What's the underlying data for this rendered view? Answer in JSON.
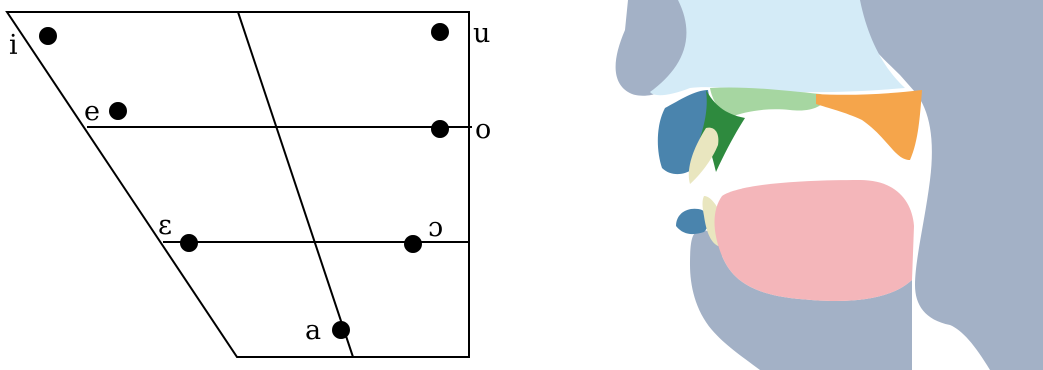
{
  "vowel_chart": {
    "vowels": [
      {
        "id": "i",
        "symbol": "i"
      },
      {
        "id": "u",
        "symbol": "u"
      },
      {
        "id": "e",
        "symbol": "e"
      },
      {
        "id": "o",
        "symbol": "o"
      },
      {
        "id": "open-e",
        "symbol": "ɛ"
      },
      {
        "id": "open-o",
        "symbol": "ɔ"
      },
      {
        "id": "a",
        "symbol": "a"
      }
    ]
  },
  "vocal_tract": {
    "regions": [
      {
        "id": "nasal-cavity",
        "color": "#d4ebf7"
      },
      {
        "id": "upper-lip",
        "color": "#4a84ad"
      },
      {
        "id": "lower-lip",
        "color": "#4a84ad"
      },
      {
        "id": "upper-teeth",
        "color": "#e9e6bf"
      },
      {
        "id": "lower-teeth",
        "color": "#e9e6bf"
      },
      {
        "id": "alveolar-ridge",
        "color": "#2e8a3e"
      },
      {
        "id": "hard-palate",
        "color": "#a6d6a1"
      },
      {
        "id": "soft-palate",
        "color": "#f5a54b"
      },
      {
        "id": "tongue",
        "color": "#f4b6ba"
      },
      {
        "id": "head-outline",
        "color": "#a3b1c6"
      }
    ]
  }
}
